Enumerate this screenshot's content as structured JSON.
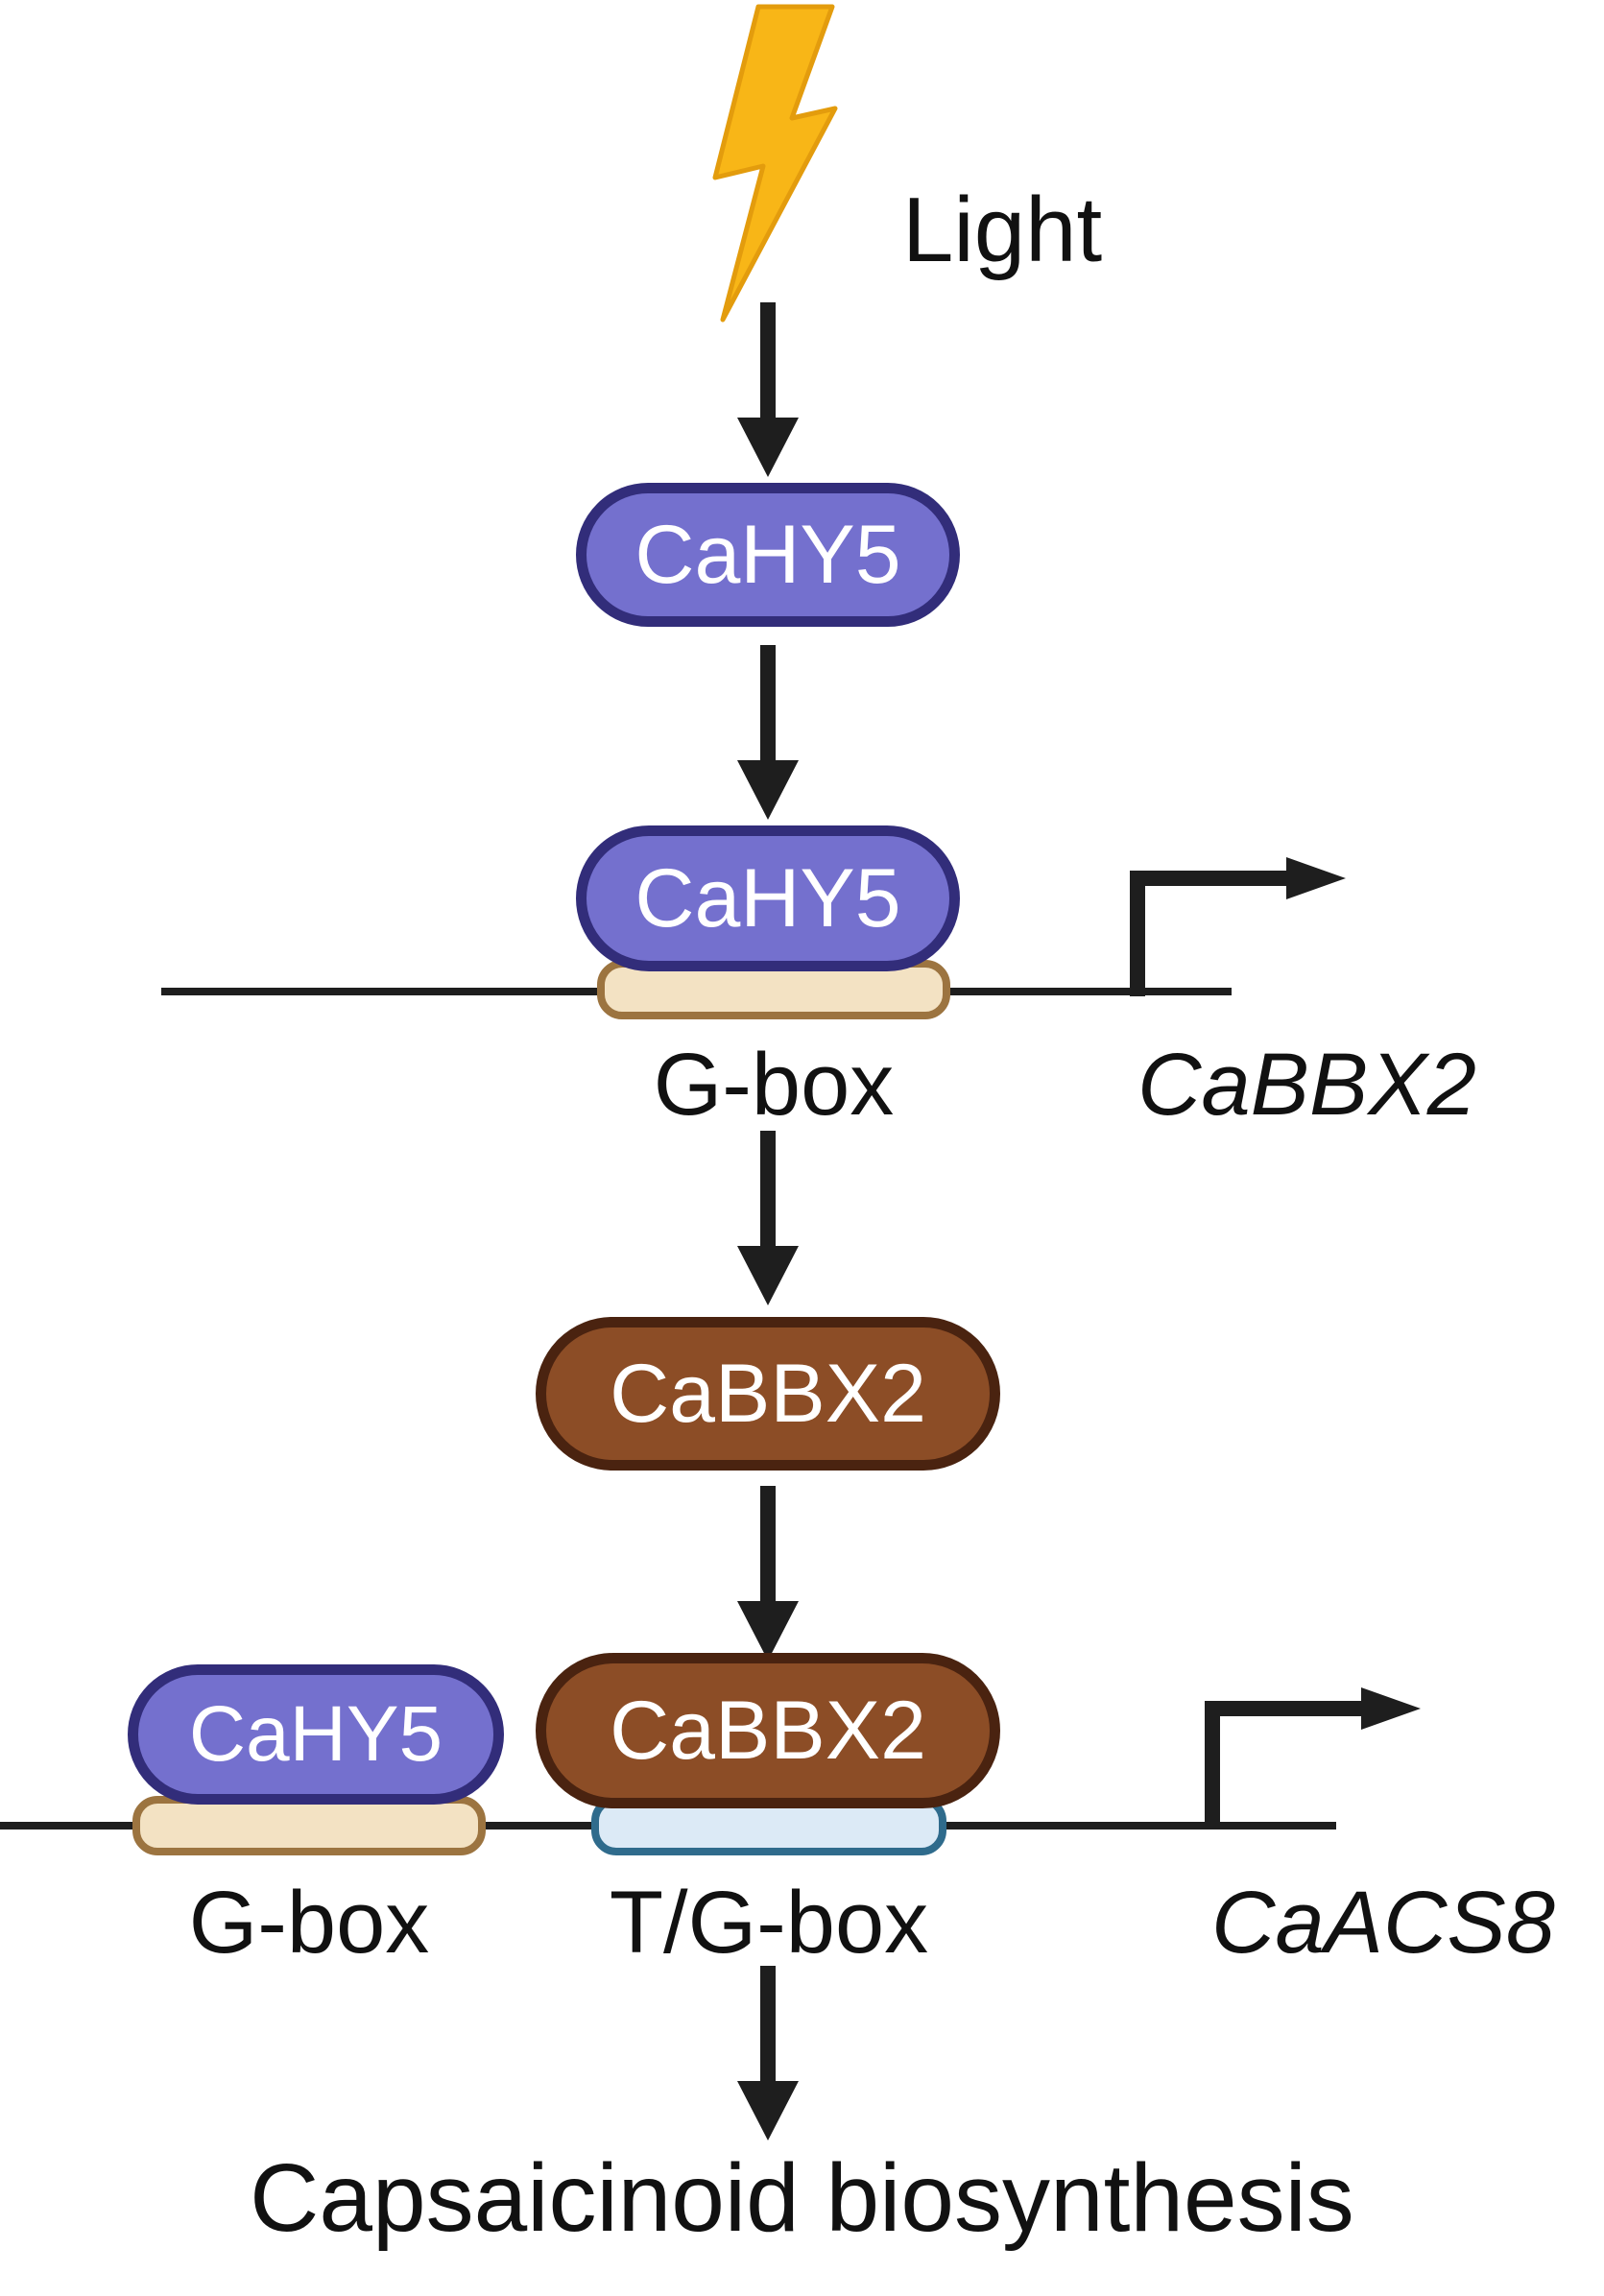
{
  "diagram": {
    "stimulus": {
      "label": "Light"
    },
    "proteins": {
      "cahy5": "CaHY5",
      "cabbx2": "CaBBX2"
    },
    "cis_elements": {
      "gbox": "G-box",
      "tgbox": "T/G-box"
    },
    "genes": {
      "cabbx2": "CaBBX2",
      "caacs8": "CaACS8"
    },
    "outcome": "Capsaicinoid biosynthesis"
  },
  "colors": {
    "purple_fill": "#7470CE",
    "purple_border": "#322D7A",
    "brown_fill": "#8C4D26",
    "brown_border": "#4A2310",
    "tan_fill": "#F3E2C3",
    "tan_border": "#9C7440",
    "blue_fill": "#DCEAF6",
    "blue_border": "#2F6B8C",
    "lightning_fill": "#F8B617",
    "lightning_stroke": "#E39C0D",
    "arrow_color": "#1E1E1E"
  }
}
